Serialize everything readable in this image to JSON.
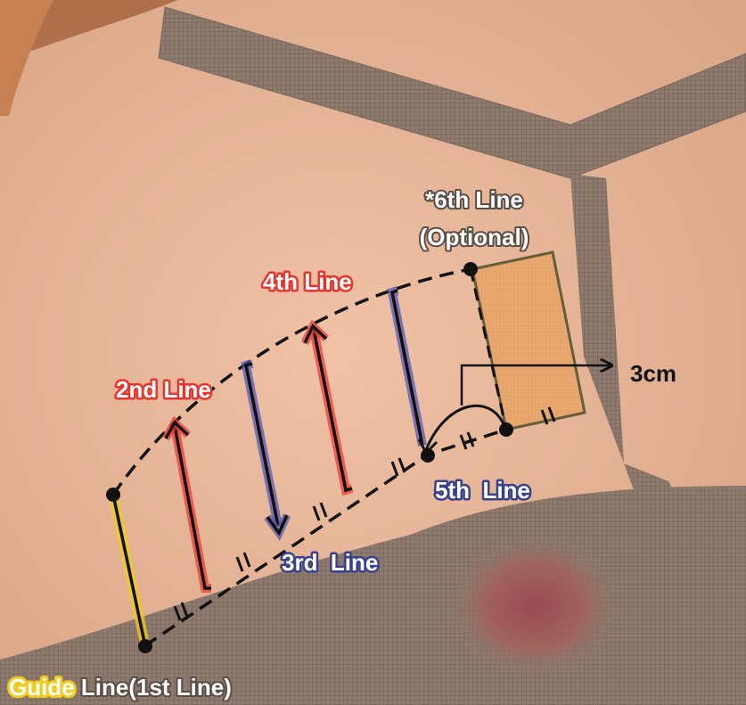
{
  "labels": {
    "sixth_line_a": "*6th Line",
    "sixth_line_b": "(Optional)",
    "fourth_line": "4th Line",
    "second_line": "2nd Line",
    "fifth_line": "5th  Line",
    "third_line": "3rd  Line",
    "guide_prefix": "Guide",
    "guide_suffix": " Line(1st Line)",
    "distance": "3cm"
  },
  "colors": {
    "red": "#e8342c",
    "blue": "#39408c",
    "yellow": "#e8c21a",
    "skin": "#e9b89d",
    "mask": "#8e7a6e",
    "patch": "#e9a56a",
    "patch_border": "#5d5a35"
  }
}
